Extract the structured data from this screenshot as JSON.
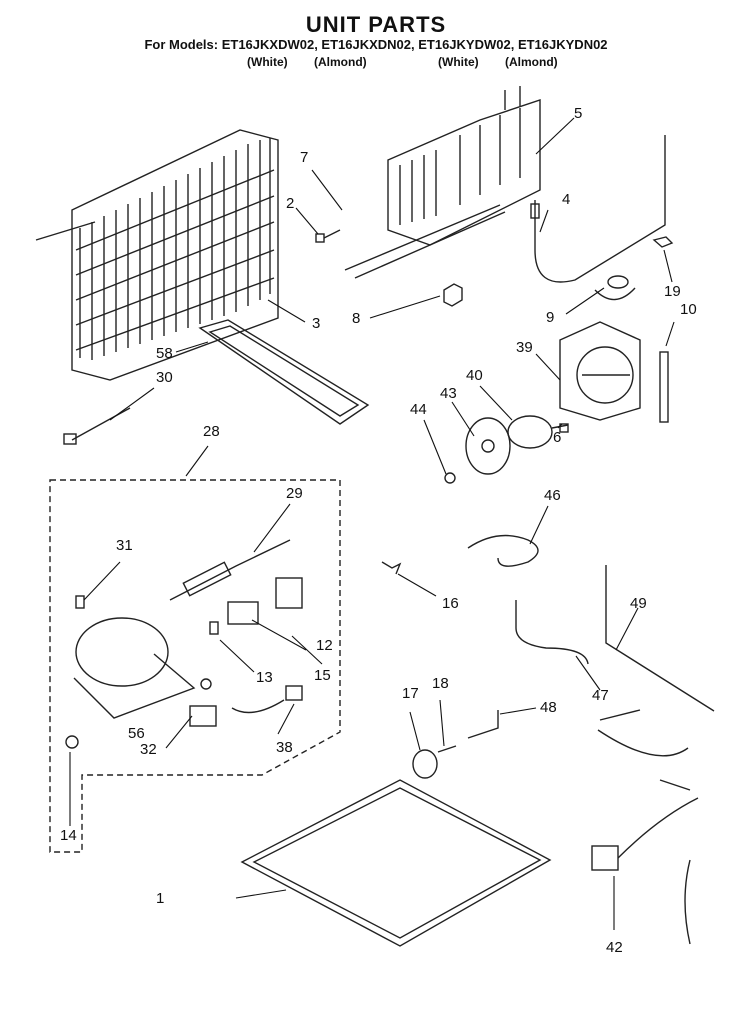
{
  "header": {
    "title": "UNIT PARTS",
    "models_line": "For Models: ET16JKXDW02, ET16JKXDN02, ET16JKYDW02, ET16JKYDN02",
    "variants": [
      "(White)",
      "(Almond)",
      "(White)",
      "(Almond)"
    ]
  },
  "callouts": [
    "1",
    "2",
    "3",
    "4",
    "5",
    "6",
    "7",
    "8",
    "9",
    "10",
    "12",
    "13",
    "14",
    "15",
    "16",
    "17",
    "18",
    "19",
    "28",
    "29",
    "30",
    "31",
    "32",
    "38",
    "39",
    "40",
    "42",
    "43",
    "44",
    "46",
    "47",
    "48",
    "49",
    "56",
    "58"
  ],
  "parts": [
    {
      "id": "condenser",
      "icon": "condenser-coil-icon"
    },
    {
      "id": "evaporator",
      "icon": "evaporator-icon"
    },
    {
      "id": "drain-pan",
      "icon": "drain-pan-icon"
    },
    {
      "id": "compressor",
      "icon": "compressor-icon"
    },
    {
      "id": "fan-shroud",
      "icon": "fan-shroud-icon"
    },
    {
      "id": "fan-motor",
      "icon": "fan-motor-icon"
    },
    {
      "id": "fan-blade",
      "icon": "fan-blade-icon"
    },
    {
      "id": "wiring-harness",
      "icon": "wiring-harness-icon"
    },
    {
      "id": "base-pan",
      "icon": "base-pan-icon"
    },
    {
      "id": "caster",
      "icon": "caster-wheel-icon"
    }
  ]
}
